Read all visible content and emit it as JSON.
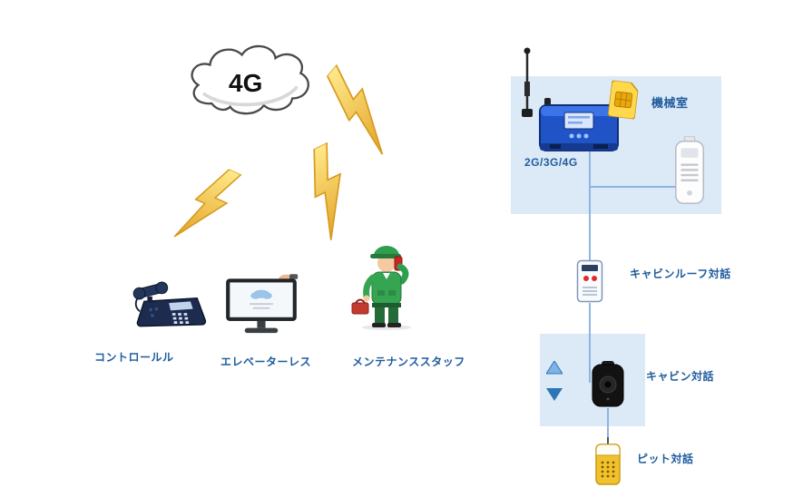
{
  "cloud": {
    "label": "4G"
  },
  "machine_room": {
    "room_label": "機械室",
    "network_label": "2G/3G/4G"
  },
  "labels": {
    "cabin_roof": "キャビンルーフ対話",
    "cabin": "キャビン対話",
    "pit": "ピット対話",
    "control_room": "コントロールル",
    "elevator_monitor": "エレベーターレス",
    "maintenance_staff": "メンテナンススタッフ"
  },
  "icons": {
    "cloud": "cloud-icon",
    "lightning": "lightning-bolt-icon",
    "antenna": "antenna-icon",
    "gsm_gateway": "gsm-gateway-icon",
    "sim_card": "sim-card-icon",
    "handset": "intercom-handset-icon",
    "roof_intercom": "roof-intercom-icon",
    "elevator_arrows": "up-down-arrows-icon",
    "cabin_intercom": "cabin-intercom-icon",
    "pit_intercom": "pit-intercom-icon",
    "telephone": "telephone-icon",
    "monitor": "monitor-icon",
    "maintenance_person": "maintenance-person-icon"
  },
  "colors": {
    "panel_bg": "#dce9f6",
    "label_text": "#1f5c9e",
    "connection_line": "#8db4e2",
    "bolt_yellow": "#ffd84d",
    "bolt_orange": "#e3a326",
    "router_blue": "#2053c5",
    "sim_gold": "#ffd84d",
    "alarm_red": "#e02b2b",
    "uniform_green": "#35a552"
  }
}
